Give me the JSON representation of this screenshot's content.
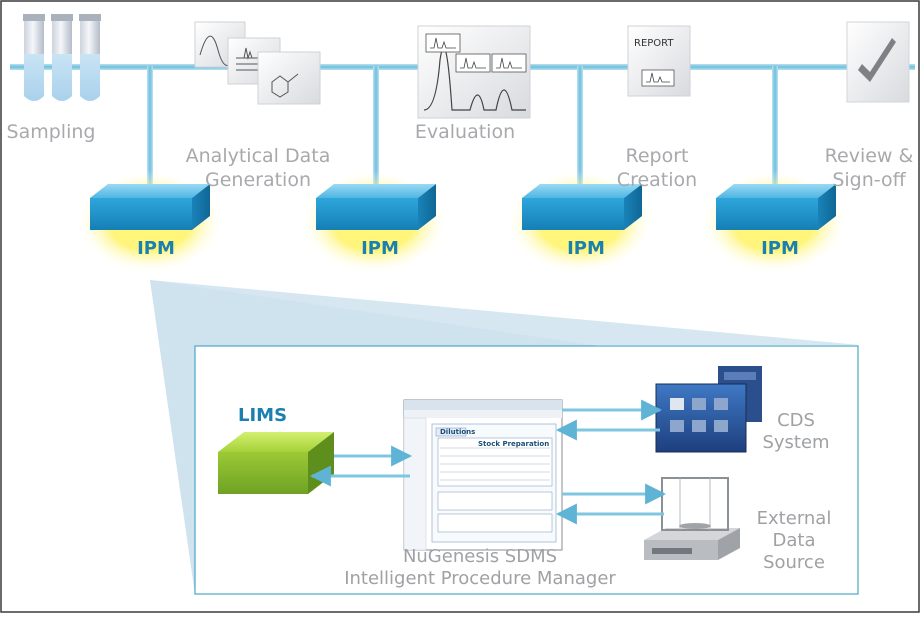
{
  "stages": [
    {
      "label": "Sampling"
    },
    {
      "label": "Analytical Data\nGeneration"
    },
    {
      "label": "Evaluation"
    },
    {
      "label": "Report\nCreation"
    },
    {
      "label": "Review &\nSign-off"
    }
  ],
  "ipm_label": "IPM",
  "lims_label": "LIMS",
  "report_text": "REPORT",
  "sdms_label_line1": "NuGenesis SDMS",
  "sdms_label_line2": "Intelligent Procedure Manager",
  "cds_label": "CDS\nSystem",
  "external_label": "External\nData\nSource",
  "screen_title": "Dilutions",
  "screen_subtitle": "Stock Preparation",
  "colors": {
    "pipe": "#7fc6e0",
    "box_top": "#6cc4ea",
    "box_front": "#1b8fc4",
    "lims_top": "#b6dd4a",
    "lims_front": "#7db32a",
    "glow": "#fff25a",
    "label_gray": "#a7a9ac",
    "ipm_blue": "#1b7fb0",
    "panel_border": "#4aa6c8"
  }
}
